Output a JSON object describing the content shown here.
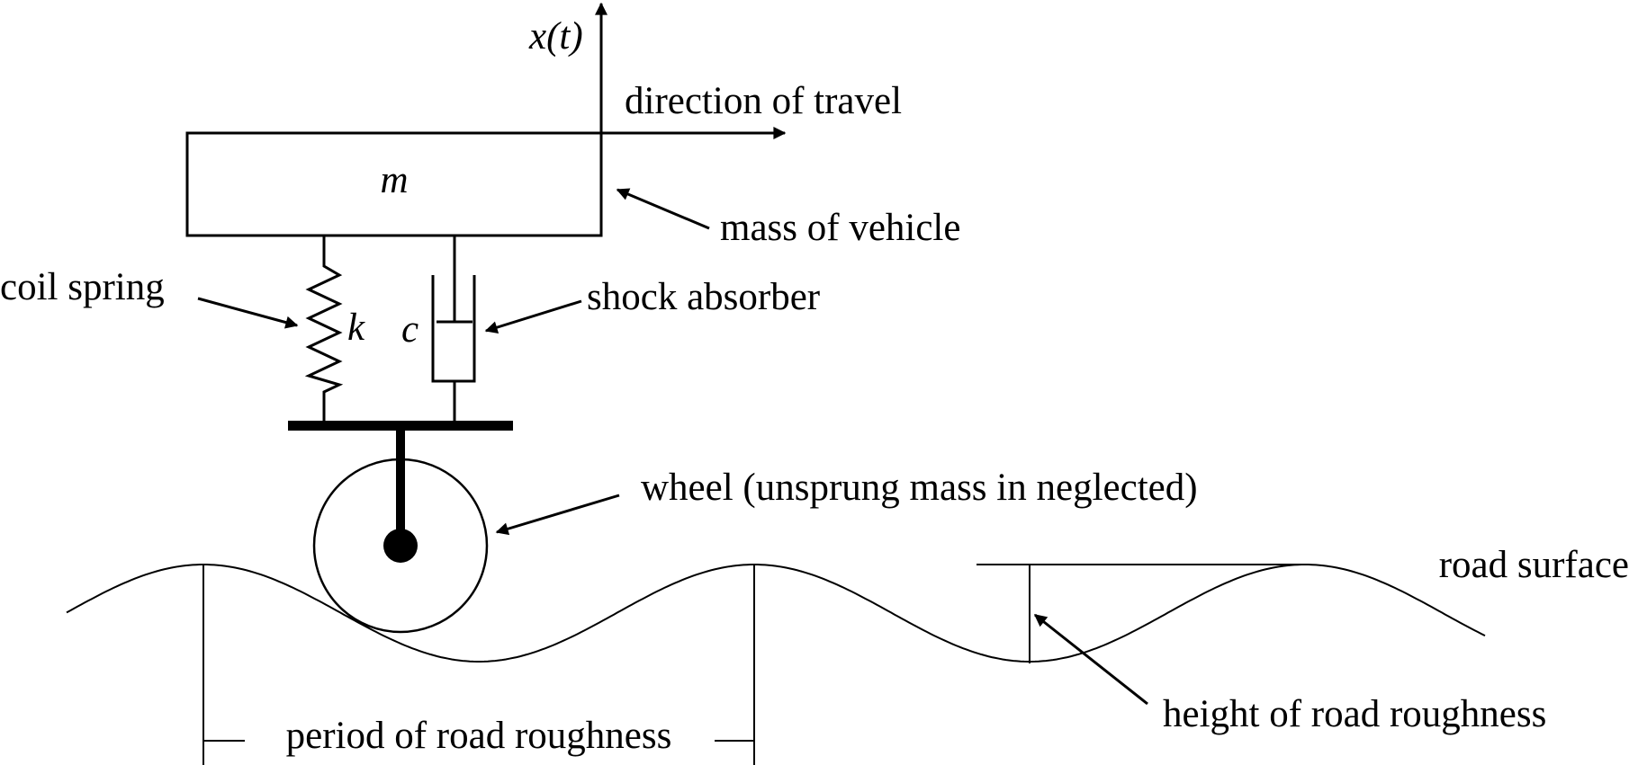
{
  "labels": {
    "displacement": "x(t)",
    "direction": "direction of travel",
    "mass_symbol": "m",
    "mass": "mass of vehicle",
    "spring": "coil spring",
    "spring_symbol": "k",
    "damper_symbol": "c",
    "damper": "shock absorber",
    "wheel": "wheel (unsprung mass in neglected)",
    "road": "road surface",
    "period": "period of road roughness",
    "height": "height of road roughness"
  }
}
